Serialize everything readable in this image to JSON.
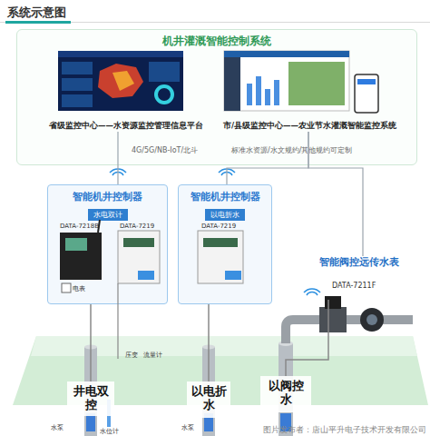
{
  "diagram": {
    "title": "系统示意图",
    "nodes": [
      {
        "text": [
          "机井灌溉智能控制系统"
        ]
      },
      {
        "text": [
          "省级监控中心——水资源监控管理信息平台"
        ],
        "in": 0
      },
      {
        "text": [
          "市/县级监控中心——农业节水灌溉智能监控系统"
        ],
        "in": 0
      },
      {
        "text": [
          "智能机井控制器",
          "水电双计"
        ]
      },
      {
        "text": [
          "智能机井控制器",
          "以电折水"
        ]
      },
      {
        "text": [
          "智能阀控远传水表",
          "DATA-7211F"
        ]
      },
      {
        "text": [
          "井电双控"
        ]
      },
      {
        "text": [
          "以电折水"
        ]
      },
      {
        "text": [
          "以阀控水"
        ]
      }
    ],
    "edges": [
      {
        "from": 3,
        "to": 1,
        "arrow": "none"
      },
      {
        "from": 4,
        "to": 2,
        "arrow": "none"
      },
      {
        "from": 5,
        "to": 2,
        "arrow": "none"
      },
      {
        "from": 3,
        "to": 6,
        "arrow": "none"
      },
      {
        "from": 4,
        "to": 7,
        "arrow": "none"
      },
      {
        "from": 5,
        "to": 8,
        "arrow": "none"
      }
    ],
    "labels": [
      "4G/5G/NB-IoT/北斗",
      "标准水资源/水文规约/其他规约可定制",
      "DATA-7218B",
      "DATA-7219",
      "电表",
      "DATA-7219",
      "压变",
      "流量计",
      "水泵",
      "水位计",
      "水泵",
      "图片发布者：唐山平升电子技术开发有限公司"
    ]
  }
}
